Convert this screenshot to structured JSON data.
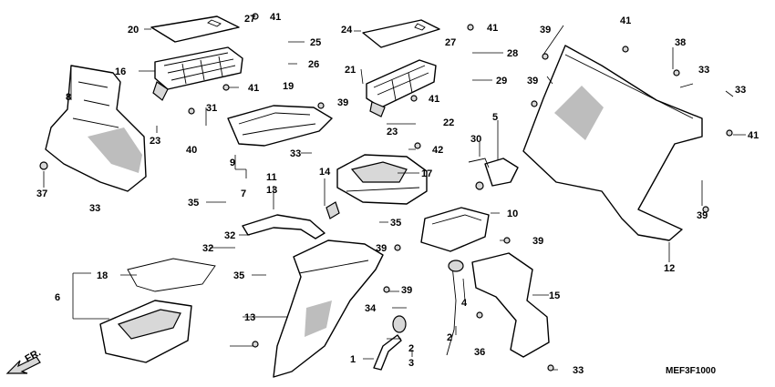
{
  "diagram": {
    "code": "MEF3F1000",
    "direction_label": "FR.",
    "callouts": [
      "20",
      "27",
      "41",
      "24",
      "27",
      "41",
      "25",
      "26",
      "28",
      "29",
      "16",
      "21",
      "19",
      "39",
      "41",
      "41",
      "31",
      "40",
      "23",
      "23",
      "22",
      "42",
      "9",
      "7",
      "33",
      "30",
      "5",
      "8",
      "37",
      "33",
      "35",
      "11",
      "13",
      "14",
      "17",
      "35",
      "10",
      "32",
      "32",
      "35",
      "39",
      "39",
      "18",
      "6",
      "13",
      "34",
      "4",
      "39",
      "36",
      "1",
      "2",
      "2",
      "3",
      "15",
      "33",
      "39",
      "41",
      "38",
      "33",
      "39",
      "33",
      "41",
      "39",
      "12"
    ]
  }
}
